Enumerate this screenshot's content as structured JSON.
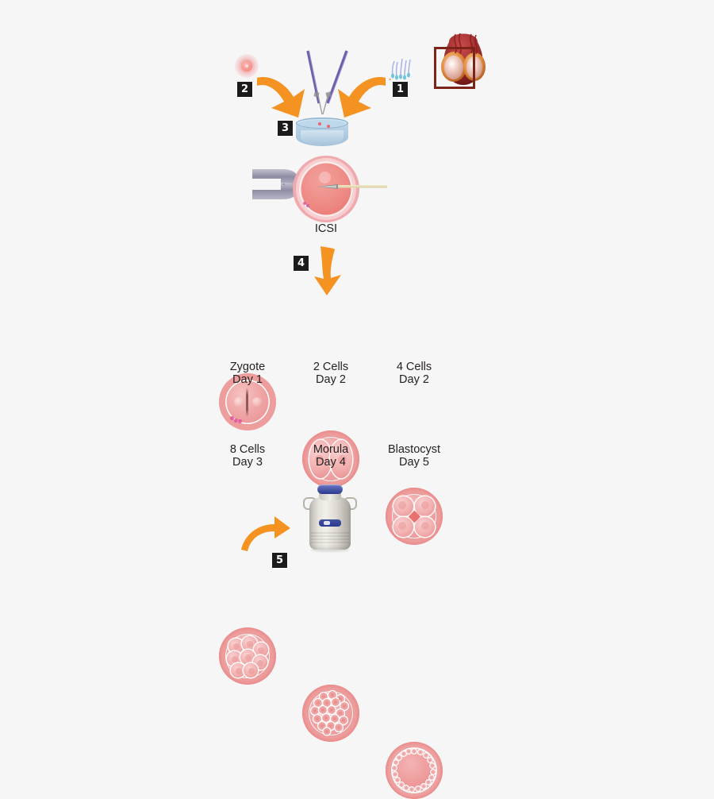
{
  "diagram": {
    "title": "ICSI and embryo development stages",
    "background_color": "#f6f6f6",
    "accent_arrow_color": "#f59322",
    "badge_color": "#1b1b1b",
    "label_color": "#231f20"
  },
  "steps": [
    {
      "number": "1",
      "name": "sperm-collection"
    },
    {
      "number": "2",
      "name": "oocyte-retrieval"
    },
    {
      "number": "3",
      "name": "petri-dish-culture"
    },
    {
      "number": "4",
      "name": "embryo-development"
    },
    {
      "number": "5",
      "name": "cryopreservation"
    }
  ],
  "icsi": {
    "label": "ICSI"
  },
  "embryos": [
    {
      "name": "Zygote",
      "day": "Day 1"
    },
    {
      "name": "2 Cells",
      "day": "Day 2"
    },
    {
      "name": "4 Cells",
      "day": "Day 2"
    },
    {
      "name": "8 Cells",
      "day": "Day 3"
    },
    {
      "name": "Morula",
      "day": "Day 4"
    },
    {
      "name": "Blastocyst",
      "day": "Day 5"
    }
  ],
  "icons": {
    "sperm": "sperm-icon",
    "oocyte": "oocyte-icon",
    "testis": "testis-icon",
    "petri_dish": "petri-dish-icon",
    "pipette": "micropipette-icon",
    "holding_pipette": "holding-pipette-icon",
    "injection_needle": "injection-needle-icon",
    "cryotank": "cryotank-icon",
    "arrow_left": "arrow-down-left-icon",
    "arrow_right": "arrow-down-right-icon",
    "arrow_down": "arrow-down-icon",
    "arrow_curve": "arrow-curve-right-icon"
  }
}
